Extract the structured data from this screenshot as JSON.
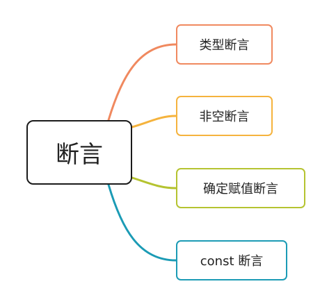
{
  "root": {
    "label": "断言",
    "border_color": "#1a1a1a"
  },
  "branches": [
    {
      "label": "类型断言",
      "color": "#f0895f"
    },
    {
      "label": "非空断言",
      "color": "#f5b33d"
    },
    {
      "label": "确定赋值断言",
      "color": "#b5c330"
    },
    {
      "label": "const 断言",
      "color": "#1b9bb5"
    }
  ]
}
